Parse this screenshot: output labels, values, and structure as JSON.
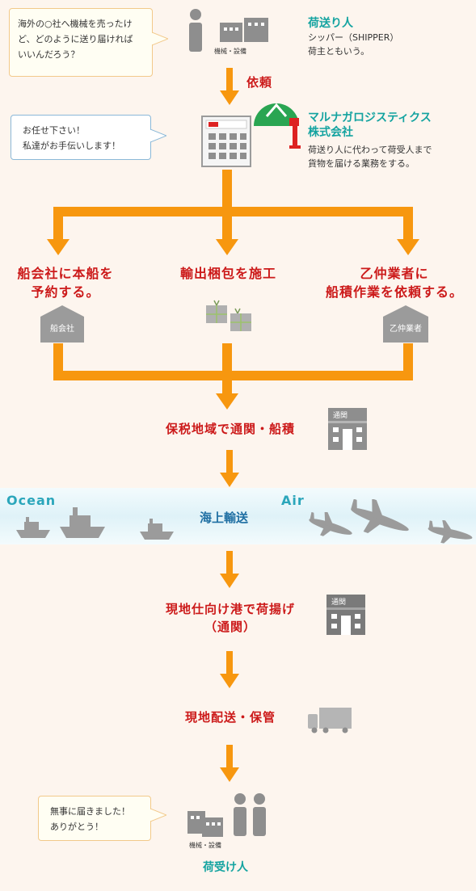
{
  "shipper": {
    "bubble_line1": "海外の○社へ機械を売ったけ",
    "bubble_line2": "ど、どのように送り届ければ",
    "bubble_line3": "いいんだろう？",
    "goods_label": "機械・設備",
    "title": "荷送り人",
    "desc_line1": "シッパー（SHIPPER）",
    "desc_line2": "荷主ともいう。"
  },
  "request_label": "依頼",
  "company": {
    "bubble_line1": "お任せ下さい！",
    "bubble_line2": "私達がお手伝いします！",
    "title_line1": "マルナガロジスティクス",
    "title_line2": "株式会社",
    "desc_line1": "荷送り人に代わって荷受人まで",
    "desc_line2": "貨物を届ける業務をする。"
  },
  "branches": {
    "shipping": {
      "line1": "船会社に本船を",
      "line2": "予約する。",
      "icon_label": "船会社"
    },
    "packing": {
      "line1": "輸出梱包を施工"
    },
    "stevedore": {
      "line1": "乙仲業者に",
      "line2": "船積作業を依頼する。",
      "icon_label": "乙仲業者"
    }
  },
  "customs_export": {
    "label": "保税地域で通関・船積",
    "building_label": "通関"
  },
  "transport": {
    "ocean": "Ocean",
    "air": "Air",
    "title": "海上輸送"
  },
  "unload": {
    "line1": "現地仕向け港で荷揚げ",
    "line2": "（通関）",
    "building_label": "通関"
  },
  "delivery": {
    "label": "現地配送・保管"
  },
  "consignee": {
    "bubble_line1": "無事に届きました！",
    "bubble_line2": "ありがとう！",
    "goods_label": "機械・設備",
    "title": "荷受け人"
  },
  "colors": {
    "orange": "#f7970f",
    "red": "#cc1a1a",
    "teal": "#13a3a0",
    "gray": "#9b9b9b"
  }
}
